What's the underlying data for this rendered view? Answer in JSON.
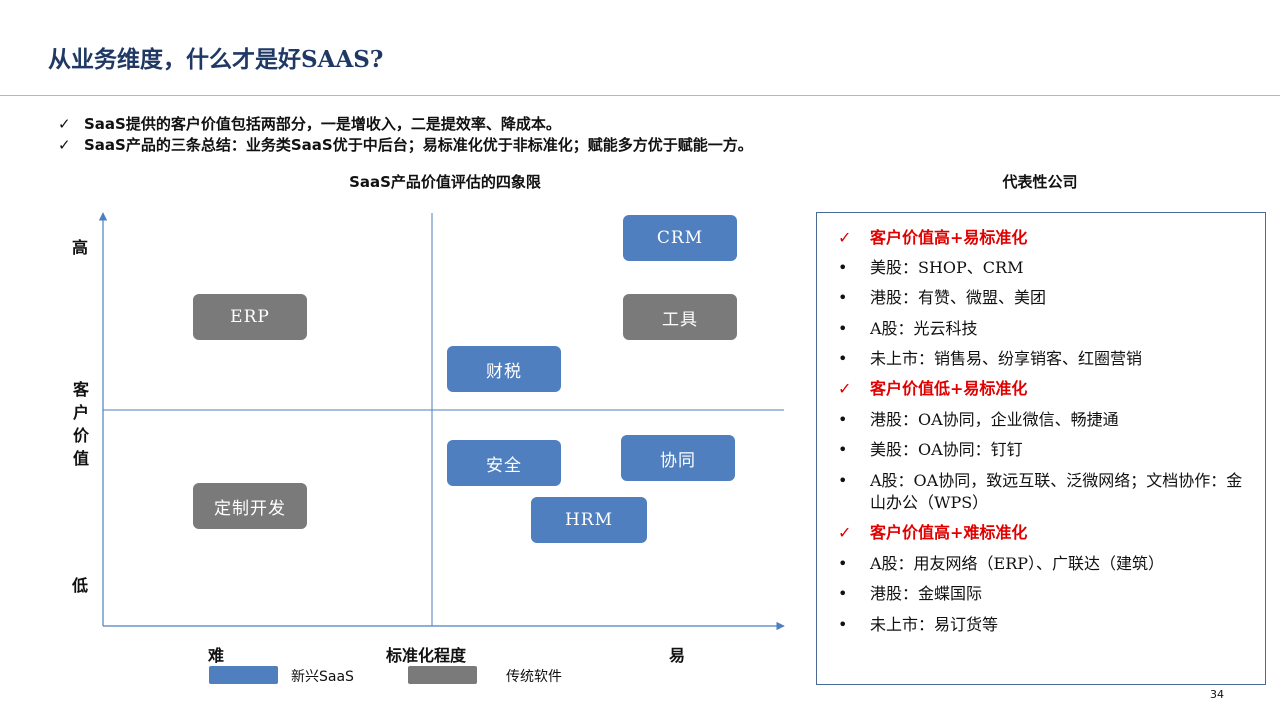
{
  "header": {
    "title": "从业务维度，什么才是好SAAS?"
  },
  "bullets": [
    {
      "mark": "✓",
      "text": "SaaS提供的客户价值包括两部分，一是增收入，二是提效率、降成本。"
    },
    {
      "mark": "✓",
      "text": "SaaS产品的三条总结：业务类SaaS优于中后台；易标准化优于非标准化；赋能多方优于赋能一方。"
    }
  ],
  "quadrant": {
    "title": "SaaS产品价值评估的四象限",
    "y_axis": {
      "high": "高",
      "label": "客户价值",
      "low": "低"
    },
    "x_axis": {
      "left": "难",
      "label": "标准化程度",
      "right": "易"
    },
    "boxes": {
      "crm": "CRM",
      "erp": "ERP",
      "tools": "工具",
      "tax": "财税",
      "security": "安全",
      "collab": "协同",
      "custom": "定制开发",
      "hrm": "HRM"
    },
    "legend": {
      "saas": "新兴SaaS",
      "traditional": "传统软件"
    },
    "colors": {
      "saas": "#4f7fbe",
      "traditional": "#7a7a7a",
      "axis": "#4f7fbe"
    }
  },
  "companies": {
    "title": "代表性公司",
    "rows": [
      {
        "mark": "✓",
        "text": "客户价值高+易标准化",
        "head": true
      },
      {
        "mark": "•",
        "text": "美股：SHOP、CRM"
      },
      {
        "mark": "•",
        "text": "港股：有赞、微盟、美团"
      },
      {
        "mark": "•",
        "text": "A股：光云科技"
      },
      {
        "mark": "•",
        "text": "未上市：销售易、纷享销客、红圈营销"
      },
      {
        "mark": "✓",
        "text": "客户价值低+易标准化",
        "head": true
      },
      {
        "mark": "•",
        "text": "港股：OA协同，企业微信、畅捷通"
      },
      {
        "mark": "•",
        "text": "美股：OA协同：钉钉"
      },
      {
        "mark": "•",
        "text": "A股：OA协同，致远互联、泛微网络；文档协作：金山办公（WPS）"
      },
      {
        "mark": "✓",
        "text": "客户价值高+难标准化",
        "head": true
      },
      {
        "mark": "•",
        "text": "A股：用友网络（ERP）、广联达（建筑）"
      },
      {
        "mark": "•",
        "text": "港股：金蝶国际"
      },
      {
        "mark": "•",
        "text": "未上市：易订货等"
      }
    ],
    "accent": "#e00000"
  },
  "footer": {
    "page_number": "34"
  }
}
